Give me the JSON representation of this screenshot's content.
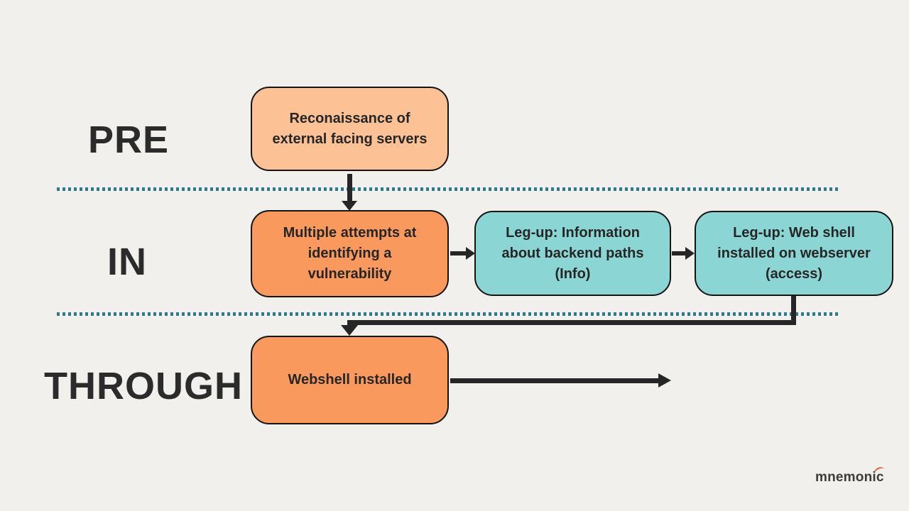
{
  "slide": {
    "background_color": "#f1f0ed",
    "separator_color": "#2e7b8c",
    "arrow_color": "#262626",
    "phases": [
      {
        "id": "pre",
        "label": "PRE"
      },
      {
        "id": "in",
        "label": "IN"
      },
      {
        "id": "through",
        "label": "THROUGH"
      }
    ],
    "nodes": [
      {
        "id": "recon",
        "phase": "pre",
        "label": "Reconaissance of external facing servers",
        "fill": "#fcc296"
      },
      {
        "id": "attempts",
        "phase": "in",
        "label": "Multiple attempts at identifying a vulnerability",
        "fill": "#f9995e"
      },
      {
        "id": "legup_info",
        "phase": "in",
        "label": "Leg-up: Information about backend paths (Info)",
        "fill": "#8bd6d5"
      },
      {
        "id": "legup_webshell",
        "phase": "in",
        "label": "Leg-up: Web shell installed on webserver (access)",
        "fill": "#8bd6d5"
      },
      {
        "id": "webshell",
        "phase": "through",
        "label": "Webshell installed",
        "fill": "#f9995e"
      }
    ],
    "edges": [
      {
        "from": "recon",
        "to": "attempts",
        "type": "arrow-down"
      },
      {
        "from": "attempts",
        "to": "legup_info",
        "type": "arrow-right"
      },
      {
        "from": "legup_info",
        "to": "legup_webshell",
        "type": "arrow-right"
      },
      {
        "from": "legup_webshell",
        "to": "webshell",
        "type": "elbow-down-left-down"
      },
      {
        "from": "webshell",
        "to": "",
        "type": "arrow-right-open"
      }
    ],
    "logo": {
      "text": "mnemonic",
      "accent_color": "#e0541f"
    }
  }
}
